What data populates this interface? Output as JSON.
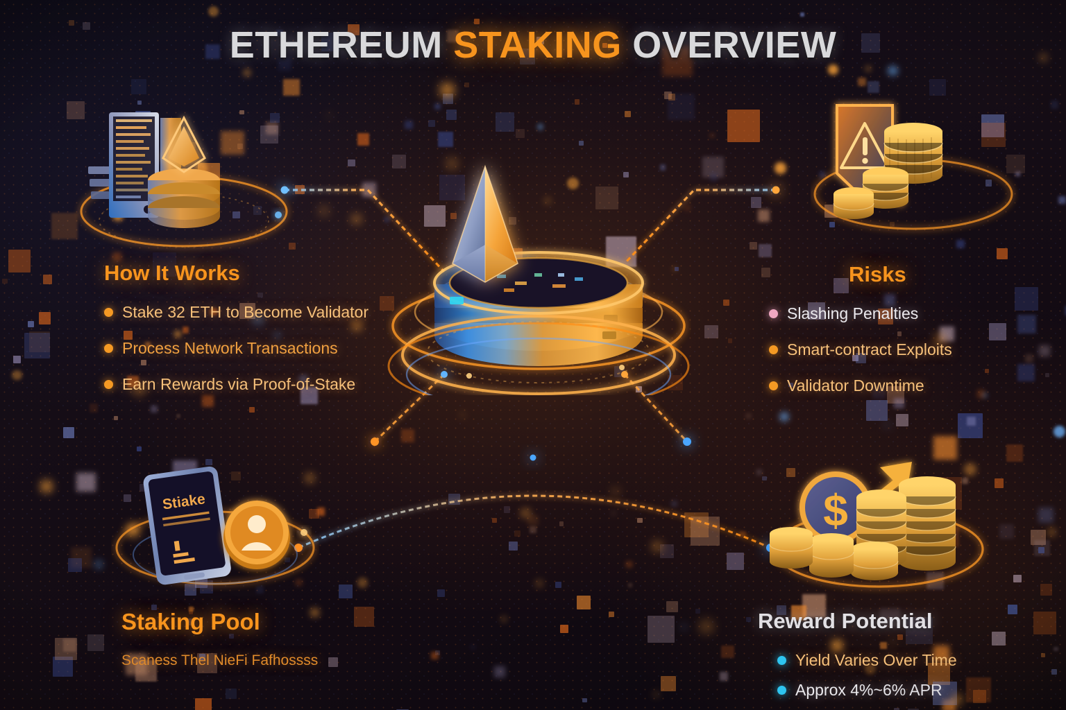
{
  "title": {
    "part1": "ETHEREUM ",
    "highlight": "STAKING",
    "part2": " OVERVIEW",
    "colors": {
      "plain": "#d9d9db",
      "highlight": "#f7941e"
    }
  },
  "theme": {
    "background": "#0d0a14",
    "accent_orange": "#f7941e",
    "accent_blue": "#2e7dd8",
    "accent_cyan": "#2ec5f0",
    "accent_pink": "#f0a8c2"
  },
  "center": {
    "icon": "ethereum-hub-platform",
    "description": "Ethereum diamond logo on glowing cylindrical platform with orbital rings"
  },
  "quadrants": [
    {
      "id": "how-it-works",
      "heading": "How It Works",
      "heading_color": "#f7941e",
      "icon": "server-rack-database-eth-icon",
      "bullets": [
        {
          "text": "Stake 32 ETH to Become Validator",
          "dot": "#f59a24",
          "style": "mix"
        },
        {
          "text": "Process Network Transactions",
          "dot": "#f59a24",
          "style": "org"
        },
        {
          "text": "Earn Rewards via Proof-of-Stake",
          "dot": "#f59a24",
          "style": "mix"
        }
      ]
    },
    {
      "id": "risks",
      "heading": "Risks",
      "heading_color": "#f7941e",
      "icon": "warning-shield-coins-icon",
      "bullets": [
        {
          "text": "Slashing Penalties",
          "dot": "#f0a8c2",
          "style": "wht"
        },
        {
          "text": "Smart-contract Exploits",
          "dot": "#f59a24",
          "style": "mix"
        },
        {
          "text": "Validator Downtime",
          "dot": "#f59a24",
          "style": "mix"
        }
      ]
    },
    {
      "id": "staking-pool",
      "heading": "Staking Pool",
      "heading_color": "#f7941e",
      "icon": "phone-user-coin-icon",
      "phone_label": "Stiake",
      "subtext": "Scaness Thel NieFi Fafhossss",
      "bullets": []
    },
    {
      "id": "reward-potential",
      "heading": "Reward Potential",
      "heading_color": "#e2e0e4",
      "icon": "dollar-coin-growth-arrow-icon",
      "bullets": [
        {
          "text": "Yield Varies Over Time",
          "dot": "#2ec5f0",
          "style": "mix"
        },
        {
          "text": "Approx 4%~6% APR",
          "dot": "#2ec5f0",
          "style": "wht"
        }
      ]
    }
  ]
}
